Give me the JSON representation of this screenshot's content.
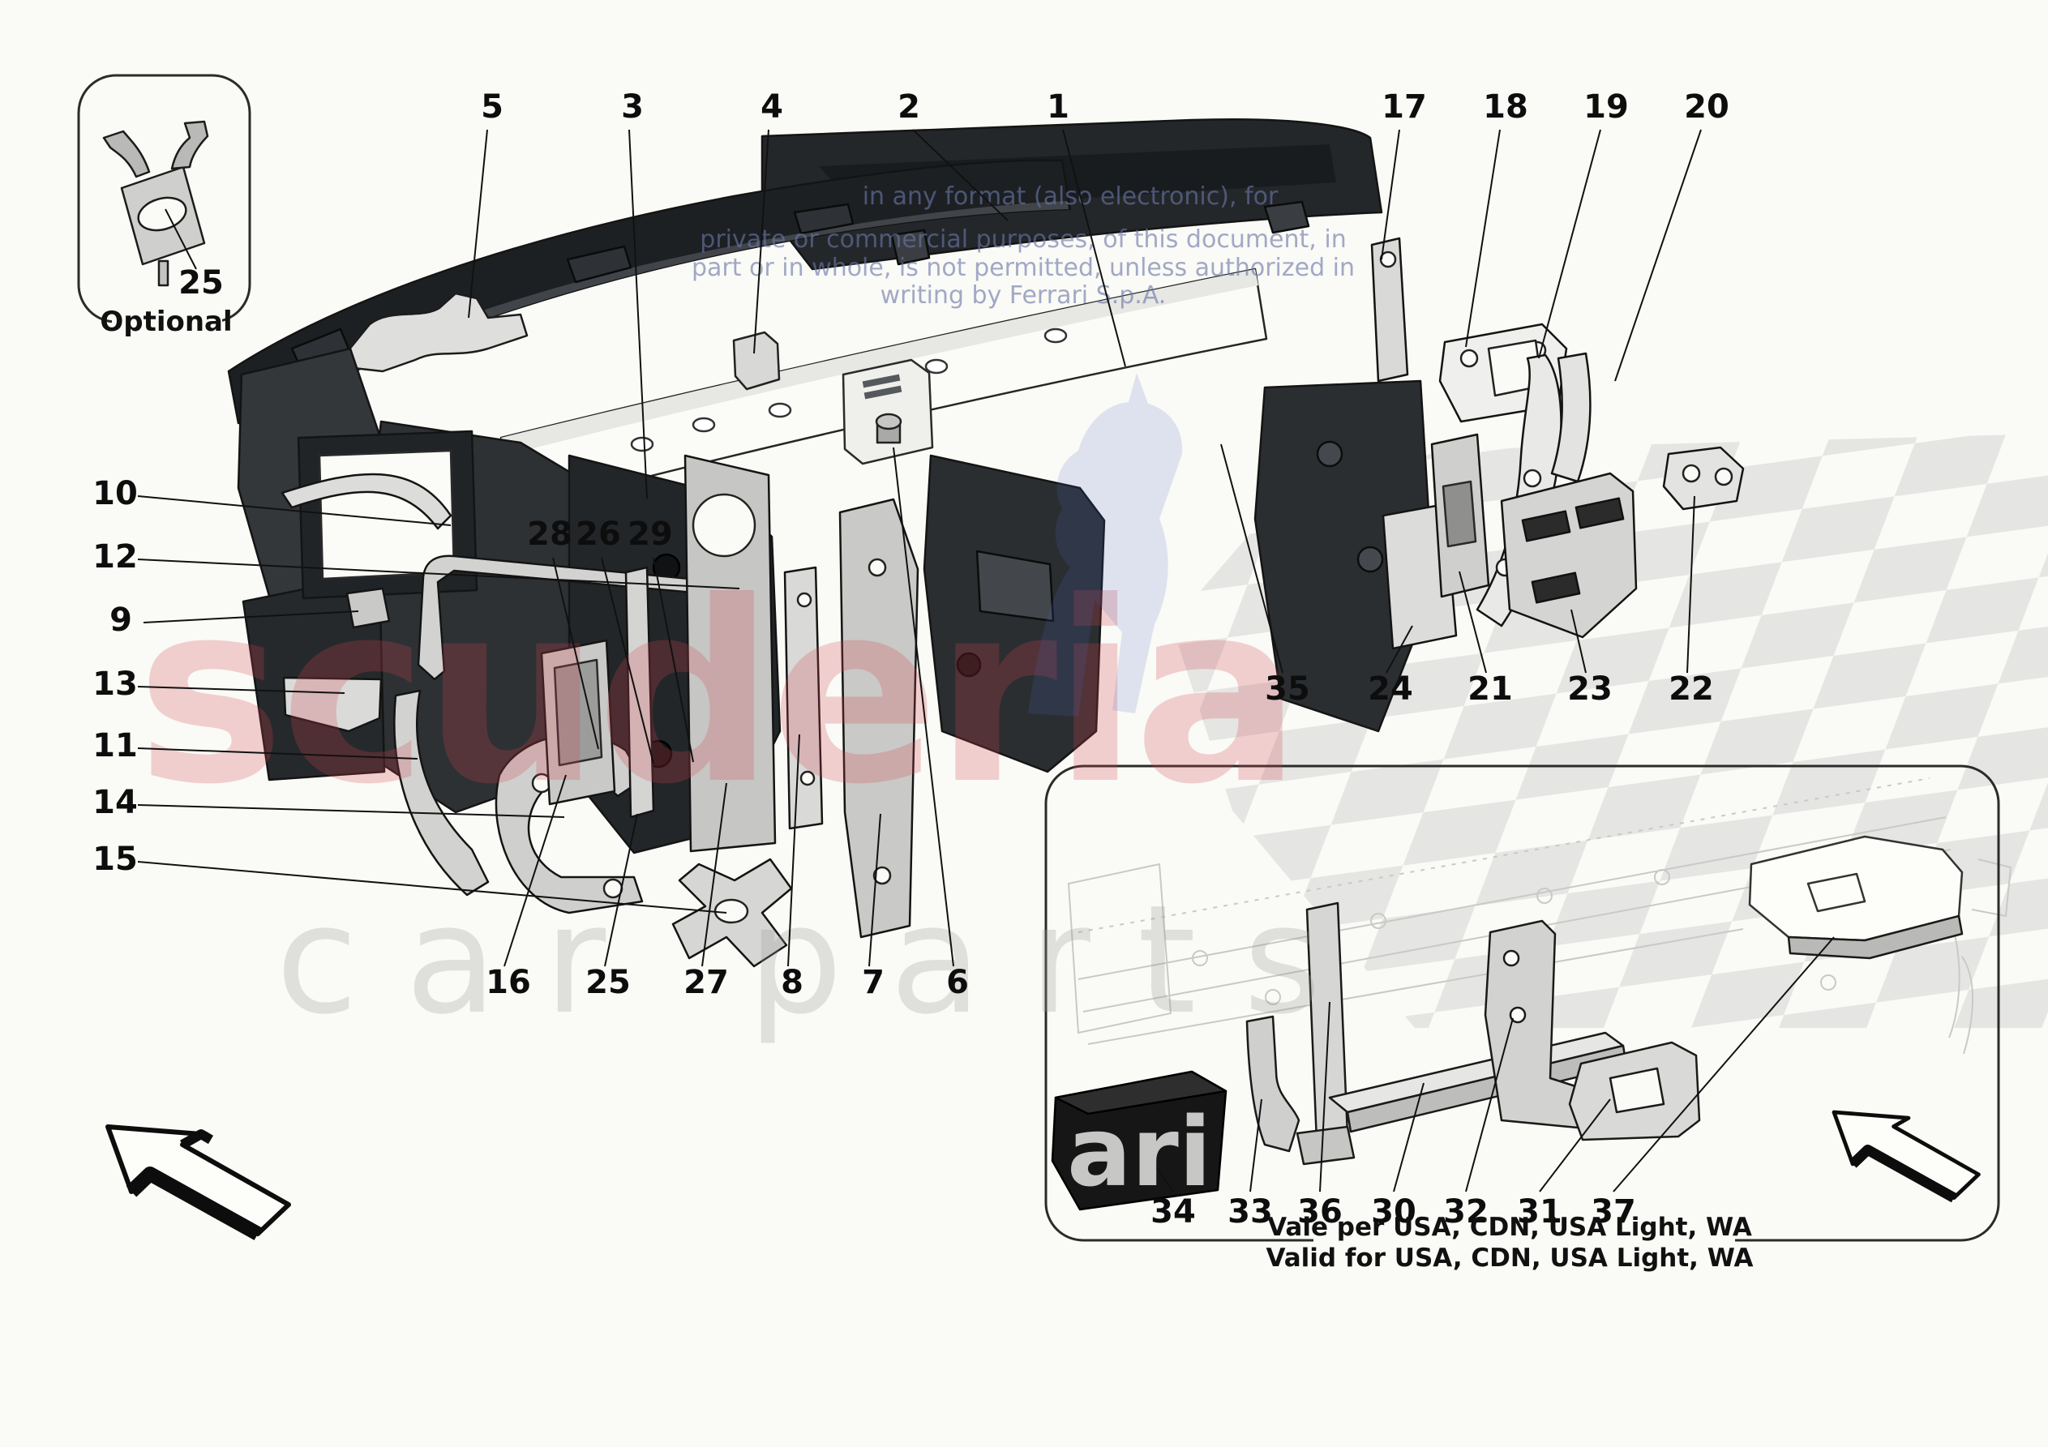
{
  "page": {
    "background": "#fafaf6"
  },
  "colors": {
    "panel_black": "#1d2023",
    "panel_dark": "#2c2f33",
    "panel_mid": "#3a3e42",
    "beam_white": "#fbfbf8",
    "bracket_light": "#d6d6d4",
    "bracket_lighter": "#e9e9e7",
    "outline": "#141414",
    "checker_gray": "#e2e2e0",
    "watermark_red": "#d4454f",
    "watermark_gray": "#9a9a98",
    "copyright_blue": "#6b77a8",
    "horse_blue": "#4a6cc8"
  },
  "watermark": {
    "brand": "scuderia",
    "brand_sub": "car parts",
    "brand_fragment_dark": "ari"
  },
  "copyright": {
    "line1": "in any format (also electronic), for",
    "line2": "private or commercial purposes, of this document, in",
    "line3": "part or in whole, is not permitted, unless authorized in",
    "line4": "writing by Ferrari S.p.A."
  },
  "optional_box": {
    "label": "Optional",
    "callout": "25"
  },
  "inset": {
    "note_line1": "Vale per USA, CDN, USA Light, WA",
    "note_line2": "Valid for USA, CDN, USA Light, WA",
    "callouts": [
      "34",
      "33",
      "36",
      "30",
      "32",
      "31",
      "37"
    ]
  },
  "callouts": {
    "top": [
      "5",
      "3",
      "4",
      "2",
      "1",
      "17",
      "18",
      "19",
      "20"
    ],
    "left": [
      "10",
      "12",
      "9",
      "13",
      "11",
      "14",
      "15"
    ],
    "mid": [
      "28",
      "26",
      "29"
    ],
    "bottom": [
      "16",
      "25",
      "27",
      "8",
      "7",
      "6"
    ],
    "right": [
      "35",
      "24",
      "21",
      "23",
      "22"
    ]
  }
}
